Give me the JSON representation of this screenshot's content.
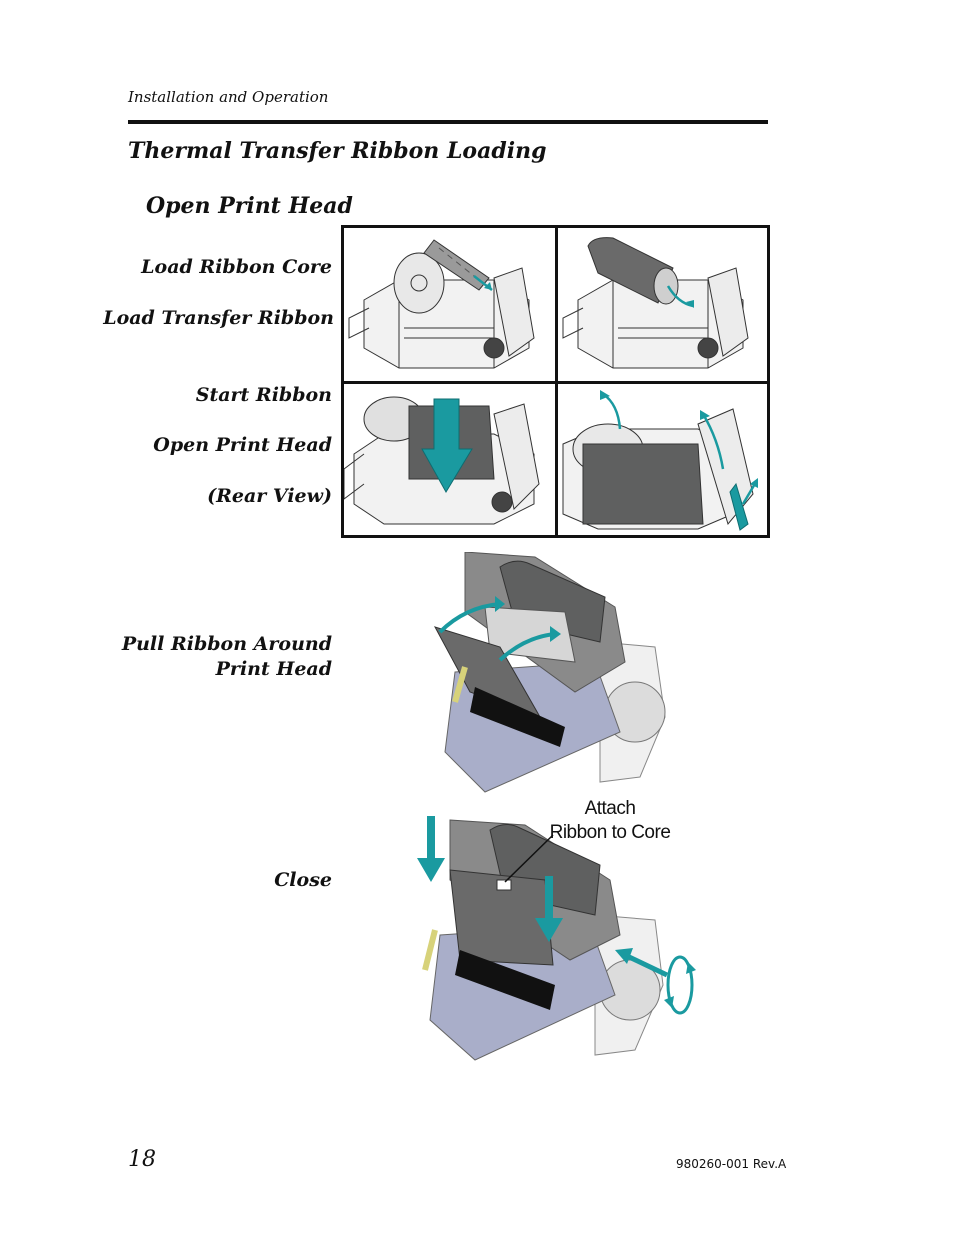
{
  "header": {
    "section": "Installation and Operation"
  },
  "title": "Thermal Transfer Ribbon Loading",
  "subtitle": "Open Print Head",
  "steps": {
    "load_core": "Load Ribbon Core",
    "load_ribbon": "Load Transfer Ribbon",
    "start_ribbon": "Start Ribbon",
    "open_head": "Open Print Head",
    "rear_view": "(Rear View)",
    "pull_line1": "Pull Ribbon Around",
    "pull_line2": "Print Head",
    "close": "Close"
  },
  "callout": {
    "line1": "Attach",
    "line2": "Ribbon to Core"
  },
  "footer": {
    "page_number": "18",
    "revision": "980260-001 Rev.A"
  },
  "colors": {
    "teal": "#1a9aa0",
    "ribbon": "#5f6060",
    "frame": "#d8d8d8",
    "blue_gray": "#a9aec9"
  }
}
